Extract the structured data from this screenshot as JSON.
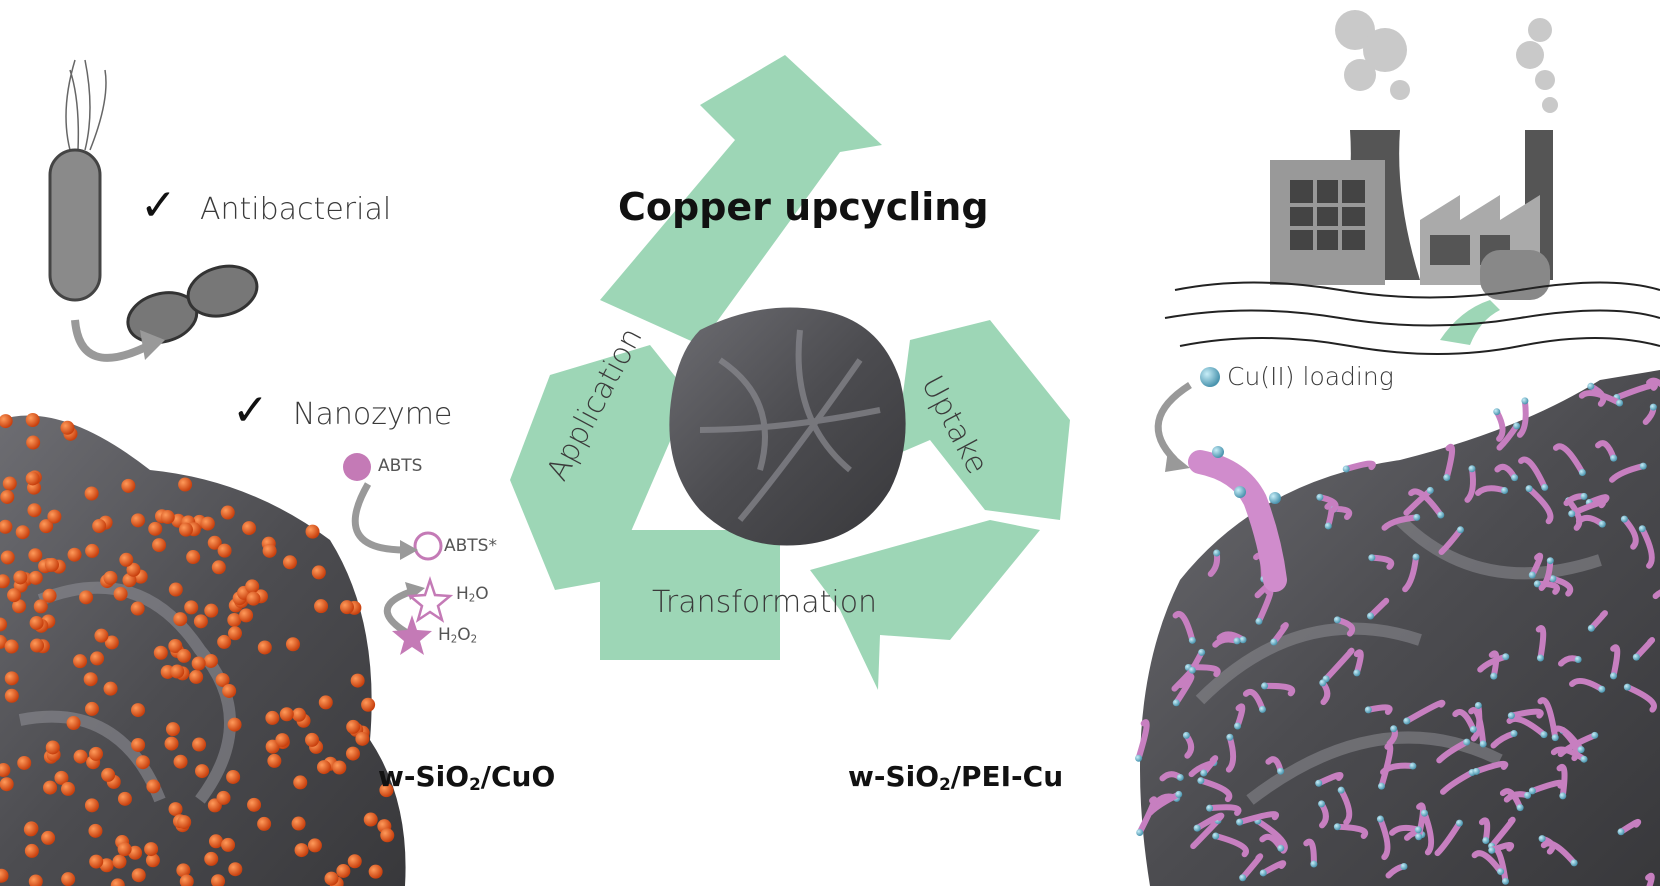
{
  "title": "Copper upcycling",
  "cycle": {
    "application": "Application",
    "uptake": "Uptake",
    "transformation": "Transformation"
  },
  "left": {
    "antibacterial": "Antibacterial",
    "nanozyme": "Nanozyme",
    "check": "✓",
    "abts": "ABTS",
    "abts_ox": "ABTS*",
    "h2o": {
      "main": "H",
      "sub": "2",
      "tail": "O"
    },
    "h2o2": {
      "main": "H",
      "sub": "2",
      "mid": "O",
      "sub2": "2"
    },
    "material": {
      "main": "w-SiO",
      "sub": "2",
      "tail": "/CuO"
    }
  },
  "right": {
    "loading": "Cu(II) loading",
    "material": {
      "main": "w-SiO",
      "sub": "2",
      "tail": "/PEI-Cu"
    }
  },
  "colors": {
    "arrow_green": "#9dd6b6",
    "silica_gray": "#5a5a5e",
    "cuo_orange": "#e0551c",
    "pei_pink": "#c77fc0",
    "cu_blue": "#6fb6cc",
    "abts_purple": "#c47ab6"
  }
}
